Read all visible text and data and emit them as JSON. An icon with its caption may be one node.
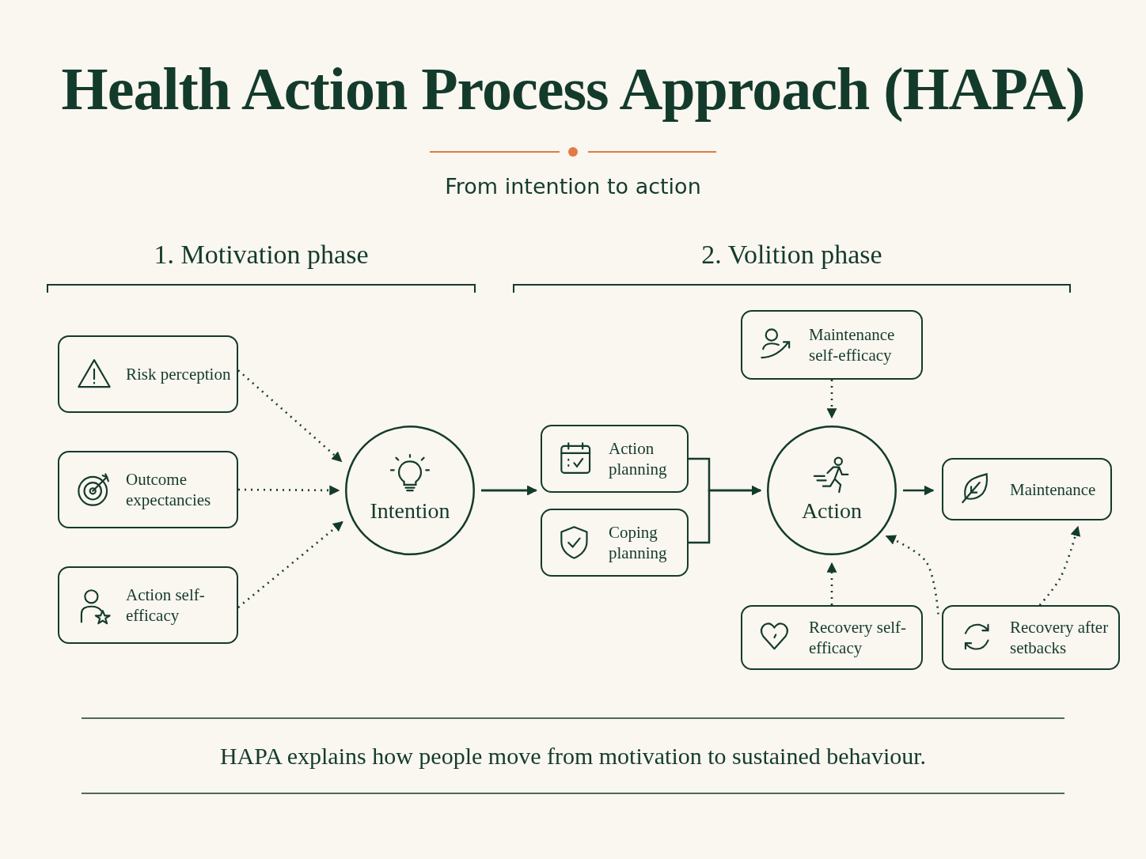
{
  "diagram": {
    "title": "Health Action Process Approach (HAPA)",
    "caption": "HAPA explains how people move from motivation to sustained behaviour.",
    "nodes": [
      {
        "text": [
          "Risk perception"
        ]
      },
      {
        "text": [
          "Outcome expectancies"
        ]
      },
      {
        "text": [
          "Action self-efficacy"
        ]
      },
      {
        "text": [
          "Intention"
        ]
      },
      {
        "text": [
          "Action planning"
        ]
      },
      {
        "text": [
          "Coping planning"
        ]
      },
      {
        "text": [
          "Maintenance self-efficacy"
        ]
      },
      {
        "text": [
          "Action"
        ]
      },
      {
        "text": [
          "Maintenance"
        ]
      },
      {
        "text": [
          "Recovery self-efficacy"
        ]
      },
      {
        "text": [
          "Recovery after setbacks"
        ]
      }
    ],
    "edges": [
      {
        "from": 0,
        "to": 3,
        "arrow": "to",
        "style": "dashed"
      },
      {
        "from": 1,
        "to": 3,
        "arrow": "to",
        "style": "dashed"
      },
      {
        "from": 2,
        "to": 3,
        "arrow": "to",
        "style": "dashed"
      },
      {
        "from": 3,
        "to": 4,
        "arrow": "to"
      },
      {
        "from": 3,
        "to": 5,
        "arrow": "to"
      },
      {
        "from": 4,
        "to": 7,
        "arrow": "to"
      },
      {
        "from": 5,
        "to": 7,
        "arrow": "to"
      },
      {
        "from": 6,
        "to": 7,
        "arrow": "to",
        "style": "dashed"
      },
      {
        "from": 7,
        "to": 8,
        "arrow": "to"
      },
      {
        "from": 9,
        "to": 7,
        "arrow": "to",
        "style": "dashed"
      },
      {
        "from": 10,
        "to": 7,
        "arrow": "to",
        "style": "dashed"
      },
      {
        "from": 10,
        "to": 8,
        "arrow": "to",
        "style": "dashed"
      }
    ],
    "labels": [
      "From intention to action",
      "1. Motivation phase",
      "2. Volition phase"
    ]
  }
}
